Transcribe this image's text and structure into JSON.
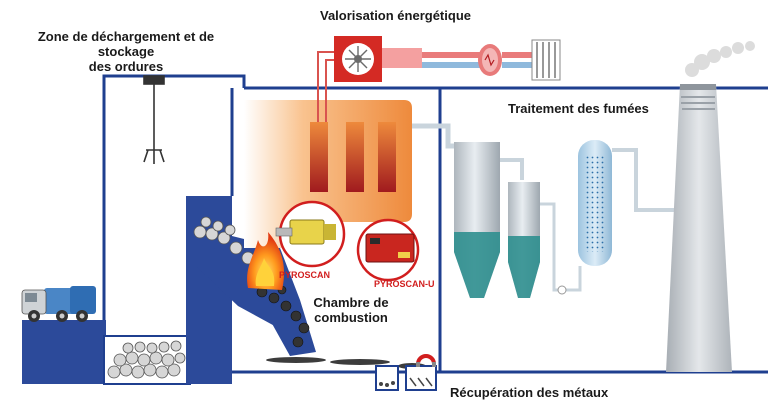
{
  "labels": {
    "zone_stockage": "Zone de déchargement et de stockage\ndes ordures",
    "valorisation": "Valorisation énergétique",
    "traitement_fumees": "Traitement des fumées",
    "chambre_combustion": "Chambre de\ncombustion",
    "recuperation_metaux": "Récupération des métaux",
    "pyroscan": "PYROSCAN",
    "pyroscan_u": "PYROSCAN-U"
  },
  "colors": {
    "building_outline": "#1f3f8f",
    "pit_fill": "#2c4a9a",
    "boiler_orange": "#f4a15a",
    "boiler_tubes": "#b31d22",
    "flue_gas_equipment": "#c9d4dc",
    "liquid": "#2f8f8f",
    "stack": "#c8cdd2",
    "pyrometer_red": "#d11e1e",
    "pyrometer_yellow": "#e8d34a"
  },
  "icons": [
    "garbage-truck-icon",
    "crane-grab-icon",
    "flame-icon",
    "turbine-icon",
    "generator-icon",
    "radiator-icon",
    "magnet-icon",
    "smoke-icon"
  ]
}
